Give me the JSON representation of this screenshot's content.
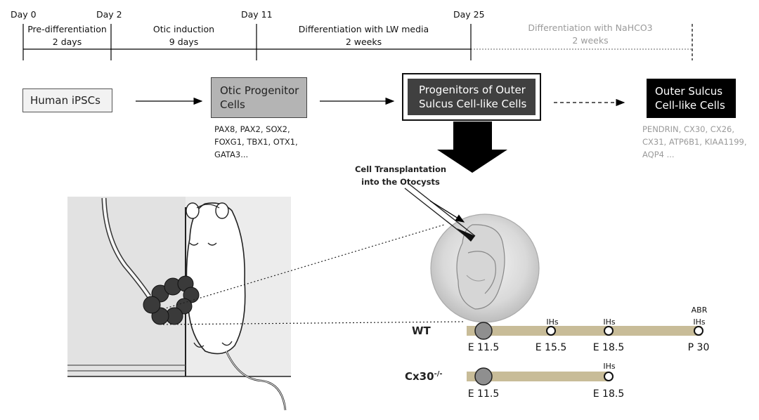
{
  "timeline": {
    "days": [
      "Day 0",
      "Day 2",
      "Day 11",
      "Day 25"
    ],
    "phases": [
      {
        "name": "Pre-differentiation",
        "duration": "2 days"
      },
      {
        "name": "Otic induction",
        "duration": "9 days"
      },
      {
        "name": "Differentiation with LW media",
        "duration": "2 weeks"
      },
      {
        "name": "Differentiation with NaHCO3",
        "duration": "2 weeks"
      }
    ]
  },
  "stages": {
    "human_ipscs": "Human iPSCs",
    "otic_progenitor": "Otic Progenitor Cells",
    "progenitors_osc": "Progenitors of Outer Sulcus Cell-like Cells",
    "outer_sulcus": "Outer Sulcus Cell-like Cells"
  },
  "markers": {
    "otic": [
      "PAX8, PAX2, SOX2,",
      "FOXG1, TBX1, OTX1,",
      "GATA3..."
    ],
    "outer_sulcus": [
      "PENDRIN, CX30, CX26,",
      "CX31, ATP6B1, KIAA1199,",
      "AQP4 ..."
    ]
  },
  "transplant_label": [
    "Cell Transplantation",
    "into the Otocysts"
  ],
  "experiment": {
    "wt": {
      "label": "WT",
      "points": [
        {
          "time": "E 11.5",
          "note": ""
        },
        {
          "time": "E 15.5",
          "note": "IHs"
        },
        {
          "time": "E 18.5",
          "note": "IHs"
        },
        {
          "time": "P 30",
          "note": "ABR IHs"
        }
      ]
    },
    "cx30": {
      "label_main": "Cx30",
      "label_sup": "-/-",
      "points": [
        {
          "time": "E 11.5",
          "note": ""
        },
        {
          "time": "E 18.5",
          "note": "IHs"
        }
      ]
    }
  },
  "colors": {
    "otic_box": "#b4b4b4",
    "progenitor_box": "#404040",
    "outer_box": "#000000",
    "ipsc_box": "#f2f2f2",
    "timeline_bar": "#c8bc98",
    "faded_text": "#9a9a9a"
  }
}
